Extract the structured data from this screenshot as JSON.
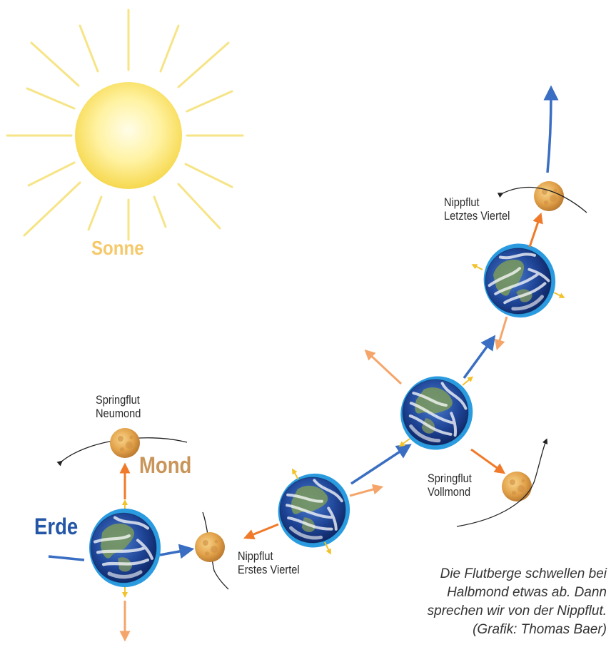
{
  "labels": {
    "sonne": "Sonne",
    "mond": "Mond",
    "erde": "Erde"
  },
  "phases": {
    "neumond": {
      "line1": "Springflut",
      "line2": "Neumond"
    },
    "erstes_viertel": {
      "line1": "Nippflut",
      "line2": "Erstes Viertel"
    },
    "vollmond": {
      "line1": "Springflut",
      "line2": "Vollmond"
    },
    "letztes_viertel": {
      "line1": "Nippflut",
      "line2": "Letztes Viertel"
    }
  },
  "caption": {
    "line1": "Die Flutberge schwellen bei",
    "line2": "Halbmond etwas ab. Dann",
    "line3": "sprechen wir von der Nippflut.",
    "line4": "(Grafik: Thomas Baer)"
  },
  "colors": {
    "sun_core": "#fff6b0",
    "sun_edge": "#f7dc5a",
    "sun_rays": "#f6e27a",
    "earth_tide": "#2b9be0",
    "earth_ocean": "#1c3c8a",
    "moon": "#e2a64e",
    "orbit_arrow": "#3a6ec2",
    "tide_arrow_orange": "#f07a2a",
    "tide_arrow_yellow": "#f2c22a"
  },
  "icons": [
    "sun-icon",
    "earth-icon",
    "moon-icon"
  ]
}
